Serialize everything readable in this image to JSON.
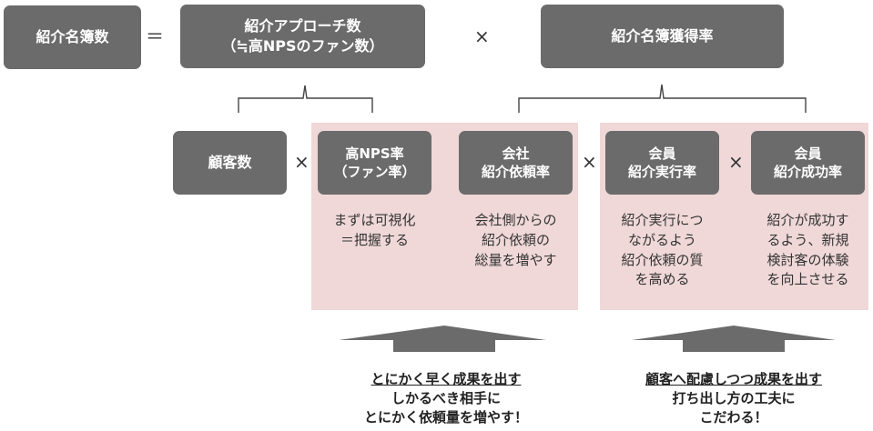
{
  "top": {
    "result": "紹介名簿数",
    "equals": "＝",
    "approach": {
      "line1": "紹介アプローチ数",
      "line2": "（≒高NPSのファン数）"
    },
    "times": "×",
    "acquisition": "紹介名簿獲得率"
  },
  "factors": {
    "customers": "顧客数",
    "times": "×",
    "nps": {
      "line1": "高NPS率",
      "line2": "（ファン率）"
    },
    "company_rate": {
      "line1": "会社",
      "line2": "紹介依頼率"
    },
    "execution_rate": {
      "line1": "会員",
      "line2": "紹介実行率"
    },
    "success_rate": {
      "line1": "会員",
      "line2": "紹介成功率"
    }
  },
  "descriptions": {
    "nps": [
      "まずは可視化",
      "＝把握する"
    ],
    "company": [
      "会社側からの",
      "紹介依頼の",
      "総量を増やす"
    ],
    "execution": [
      "紹介実行につ",
      "ながるよう",
      "紹介依頼の質",
      "を高める"
    ],
    "success": [
      "紹介が成功す",
      "るよう、新規",
      "検討客の体験",
      "を向上させる"
    ]
  },
  "messages": {
    "left": {
      "headline": "とにかく早く成果を出す",
      "line2": "しかるべき相手に",
      "line3": "とにかく依頼量を増やす！"
    },
    "right": {
      "headline": "顧客へ配慮しつつ成果を出す",
      "line2": "打ち出し方の工夫に",
      "line3": "こだわる！"
    }
  },
  "colors": {
    "box": "#6b6b6b",
    "panel": "#f0d8d8",
    "arrow": "#6b6b6b"
  }
}
